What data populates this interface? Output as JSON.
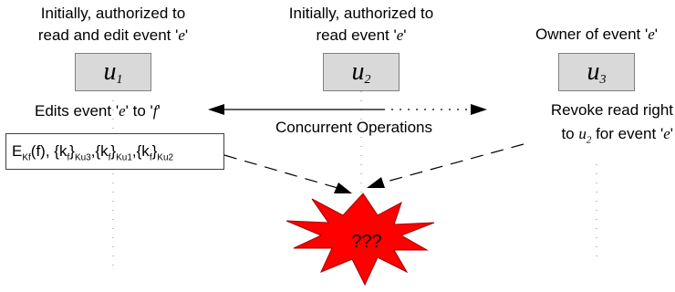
{
  "users": [
    {
      "caption1": "Initially, authorized to",
      "caption2_pre": "read and edit event '",
      "caption2_em": "e",
      "caption2_post": "'",
      "name": "u",
      "sub": "1"
    },
    {
      "caption1": "Initially, authorized to",
      "caption2_pre": "read event '",
      "caption2_em": "e",
      "caption2_post": "'",
      "name": "u",
      "sub": "2"
    },
    {
      "caption1_pre": "Owner of event '",
      "caption1_em": "e",
      "caption1_post": "'",
      "name": "u",
      "sub": "3"
    }
  ],
  "edit": {
    "pre": "Edits event '",
    "e": "e",
    "mid": "' to '",
    "f": "f",
    "post": "'"
  },
  "concurrent": "Concurrent Operations",
  "revoke": {
    "line1": "Revoke read right",
    "line2_pre": "to ",
    "u": "u",
    "u_sub": "2",
    "line2_mid": " for event '",
    "e": "e",
    "line2_post": "'"
  },
  "message": {
    "E": "E",
    "E_sub": "Kf",
    "arg": "(f), {k",
    "k1_sub": "f",
    "k1_close": "}",
    "k1_key": "Ku3",
    "sep1": ",{k",
    "k2_sub": "f",
    "k2_close": "}",
    "k2_key": "Ku1",
    "sep2": ",{k",
    "k3_sub": "f",
    "k3_close": "}",
    "k3_key": "Ku2"
  },
  "conflict": "???",
  "colors": {
    "box_fill": "#d9d9d9",
    "burst_fill": "#ff0000",
    "burst_stroke": "#a00000"
  }
}
